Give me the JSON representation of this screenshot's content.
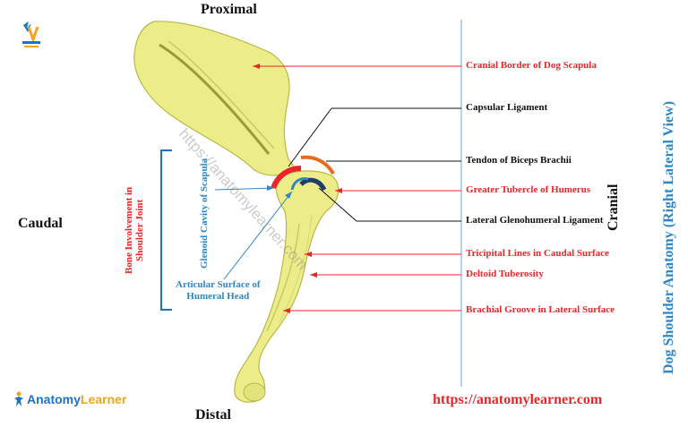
{
  "orientation": {
    "proximal": "Proximal",
    "distal": "Distal",
    "caudal": "Caudal",
    "cranial": "Cranial"
  },
  "side_title": "Dog Shoulder Anatomy (Right Lateral View)",
  "left_labels": {
    "bone_involvement_line1": "Bone Involvement in",
    "bone_involvement_line2": "Shoulder Joint",
    "glenoid": "Glenoid Cavity of Scapula",
    "articular_line1": "Articular Surface of",
    "articular_line2": "Humeral Head"
  },
  "right_labels": [
    {
      "text": "Cranial  Border of Dog Scapula",
      "color": "#e8262a"
    },
    {
      "text": "Capsular  Ligament",
      "color": "#111111"
    },
    {
      "text": "Tendon of Biceps Brachii",
      "color": "#111111"
    },
    {
      "text": "Greater Tubercle  of Humerus",
      "color": "#e8262a"
    },
    {
      "text": "Lateral Glenohumeral Ligament",
      "color": "#111111"
    },
    {
      "text": "Tricipital Lines in Caudal Surface",
      "color": "#e8262a"
    },
    {
      "text": "Deltoid Tuberosity",
      "color": "#e8262a"
    },
    {
      "text": "Brachial Groove  in Lateral Surface",
      "color": "#e8262a"
    }
  ],
  "url": "https://anatomylearner.com",
  "watermark": "https://anatomylearner.com",
  "logo": {
    "name": "AnatomyLearner",
    "part1": "Anatomy",
    "part2": "Learner",
    "small_text": "ANATOMY LEARNER",
    "brand_color": "#1b73c5",
    "accent_color": "#f2a51c"
  },
  "colors": {
    "bone": "#ecec88",
    "bone_outline": "#b8b84a",
    "label_red": "#e8262a",
    "label_blue": "#2f86c5",
    "ligament_orange": "#e86a1c",
    "ligament_navy": "#1f3d6b",
    "glenoid_red": "#e8262a"
  }
}
